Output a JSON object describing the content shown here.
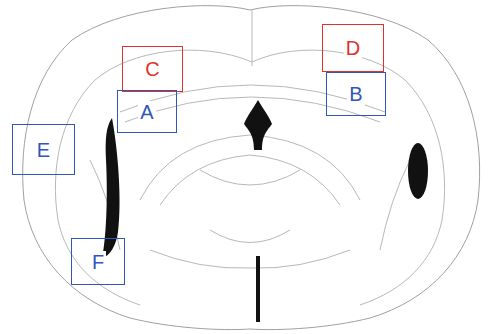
{
  "diagram": {
    "nodes": [
      {
        "text": [
          "C"
        ]
      },
      {
        "text": [
          "D"
        ]
      },
      {
        "text": [
          "A"
        ]
      },
      {
        "text": [
          "B"
        ]
      },
      {
        "text": [
          "E"
        ]
      },
      {
        "text": [
          "F"
        ]
      }
    ]
  }
}
